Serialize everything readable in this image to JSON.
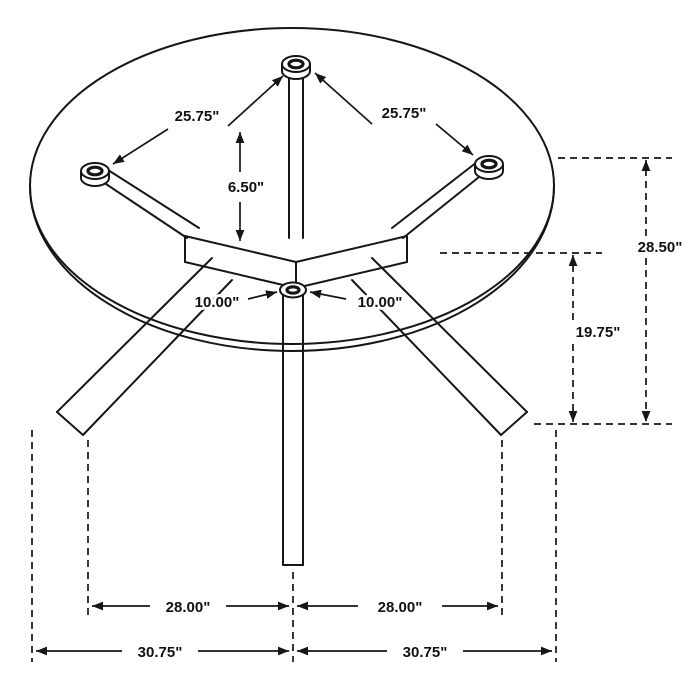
{
  "dims": {
    "span_top_left": "25.75\"",
    "span_top_right": "25.75\"",
    "clearance_center": "6.50\"",
    "hub_left": "10.00\"",
    "hub_right": "10.00\"",
    "height_overall": "28.50\"",
    "height_under": "19.75\"",
    "footprint_left": "28.00\"",
    "footprint_right": "28.00\"",
    "overall_left": "30.75\"",
    "overall_right": "30.75\""
  },
  "colors": {
    "line": "#161616",
    "background": "#ffffff",
    "text": "#111111"
  }
}
